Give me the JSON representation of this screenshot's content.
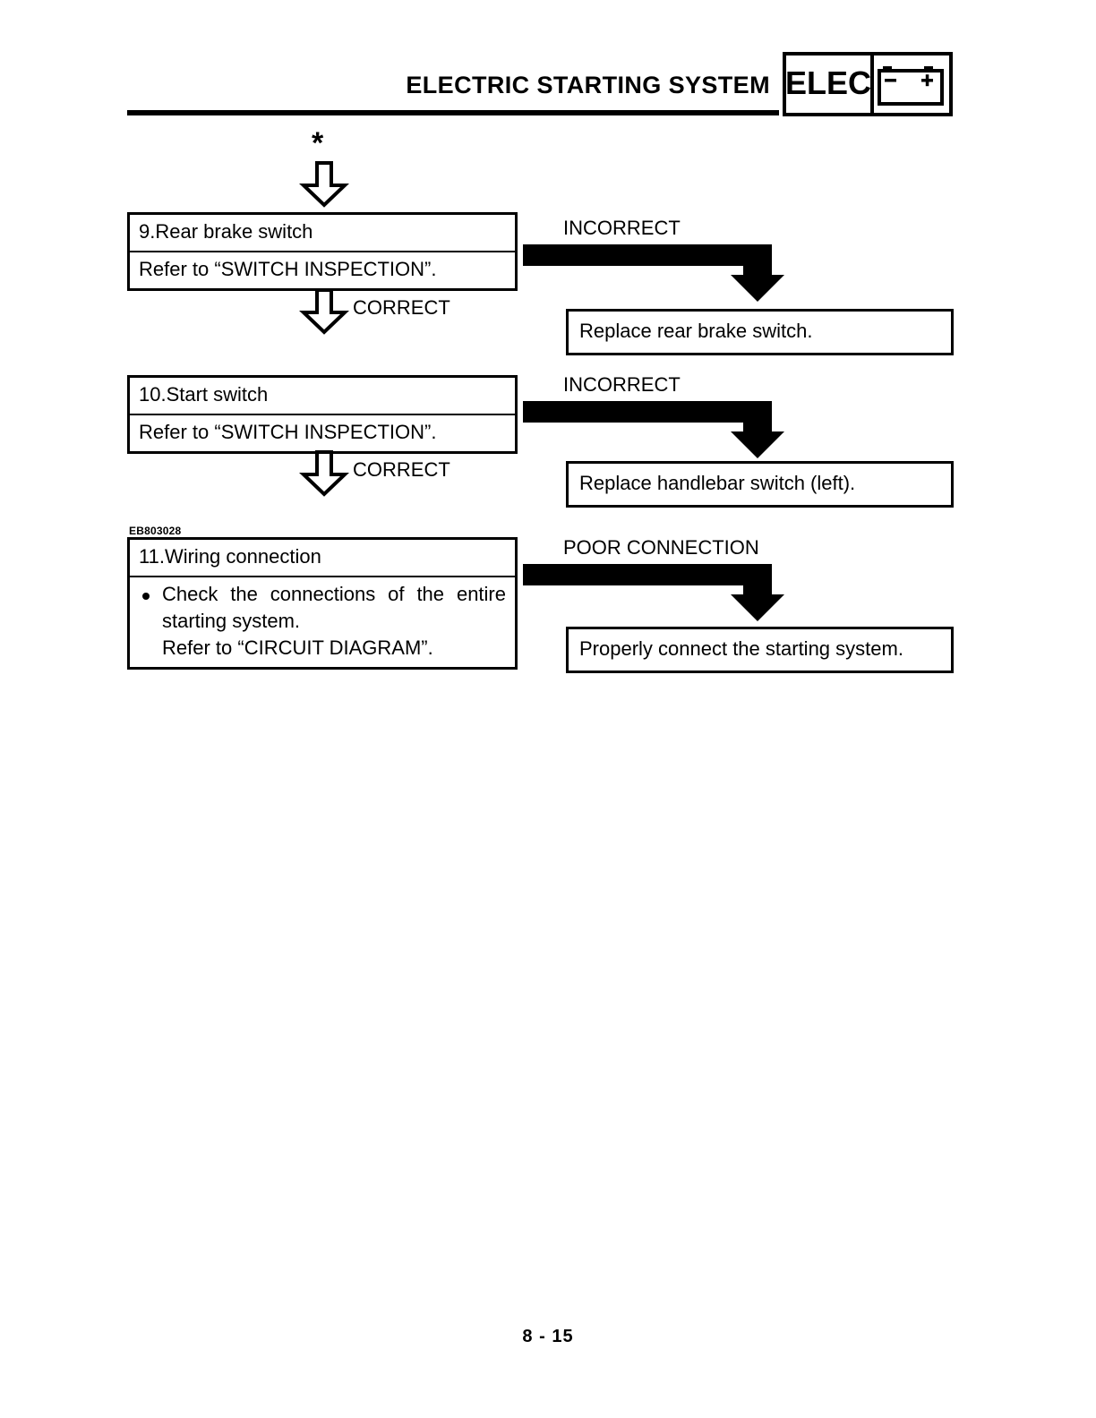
{
  "header": {
    "title": "ELECTRIC STARTING SYSTEM",
    "tag_text": "ELEC",
    "tag_icon": "battery-icon",
    "battery_minus": "–",
    "battery_plus": "+"
  },
  "flow": {
    "entry_marker": "*",
    "eb_code": "EB803028",
    "steps": [
      {
        "id": "step-9",
        "title": "9.Rear brake switch",
        "detail": "Refer to “SWITCH INSPECTION”.",
        "pass_label": "CORRECT",
        "fail_label": "INCORRECT",
        "fail_action": "Replace rear brake switch."
      },
      {
        "id": "step-10",
        "title": "10.Start switch",
        "detail": "Refer to “SWITCH INSPECTION”.",
        "pass_label": "CORRECT",
        "fail_label": "INCORRECT",
        "fail_action": "Replace handlebar switch (left)."
      },
      {
        "id": "step-11",
        "title": "11.Wiring connection",
        "detail_line1": "Check the connections of the entire",
        "detail_line2": "starting system.",
        "detail_line3": "Refer to “CIRCUIT DIAGRAM”.",
        "fail_label": "POOR CONNECTION",
        "fail_action": "Properly connect the starting system."
      }
    ]
  },
  "footer": {
    "page_number": "8 - 15"
  },
  "colors": {
    "ink": "#000000",
    "paper": "#ffffff"
  }
}
